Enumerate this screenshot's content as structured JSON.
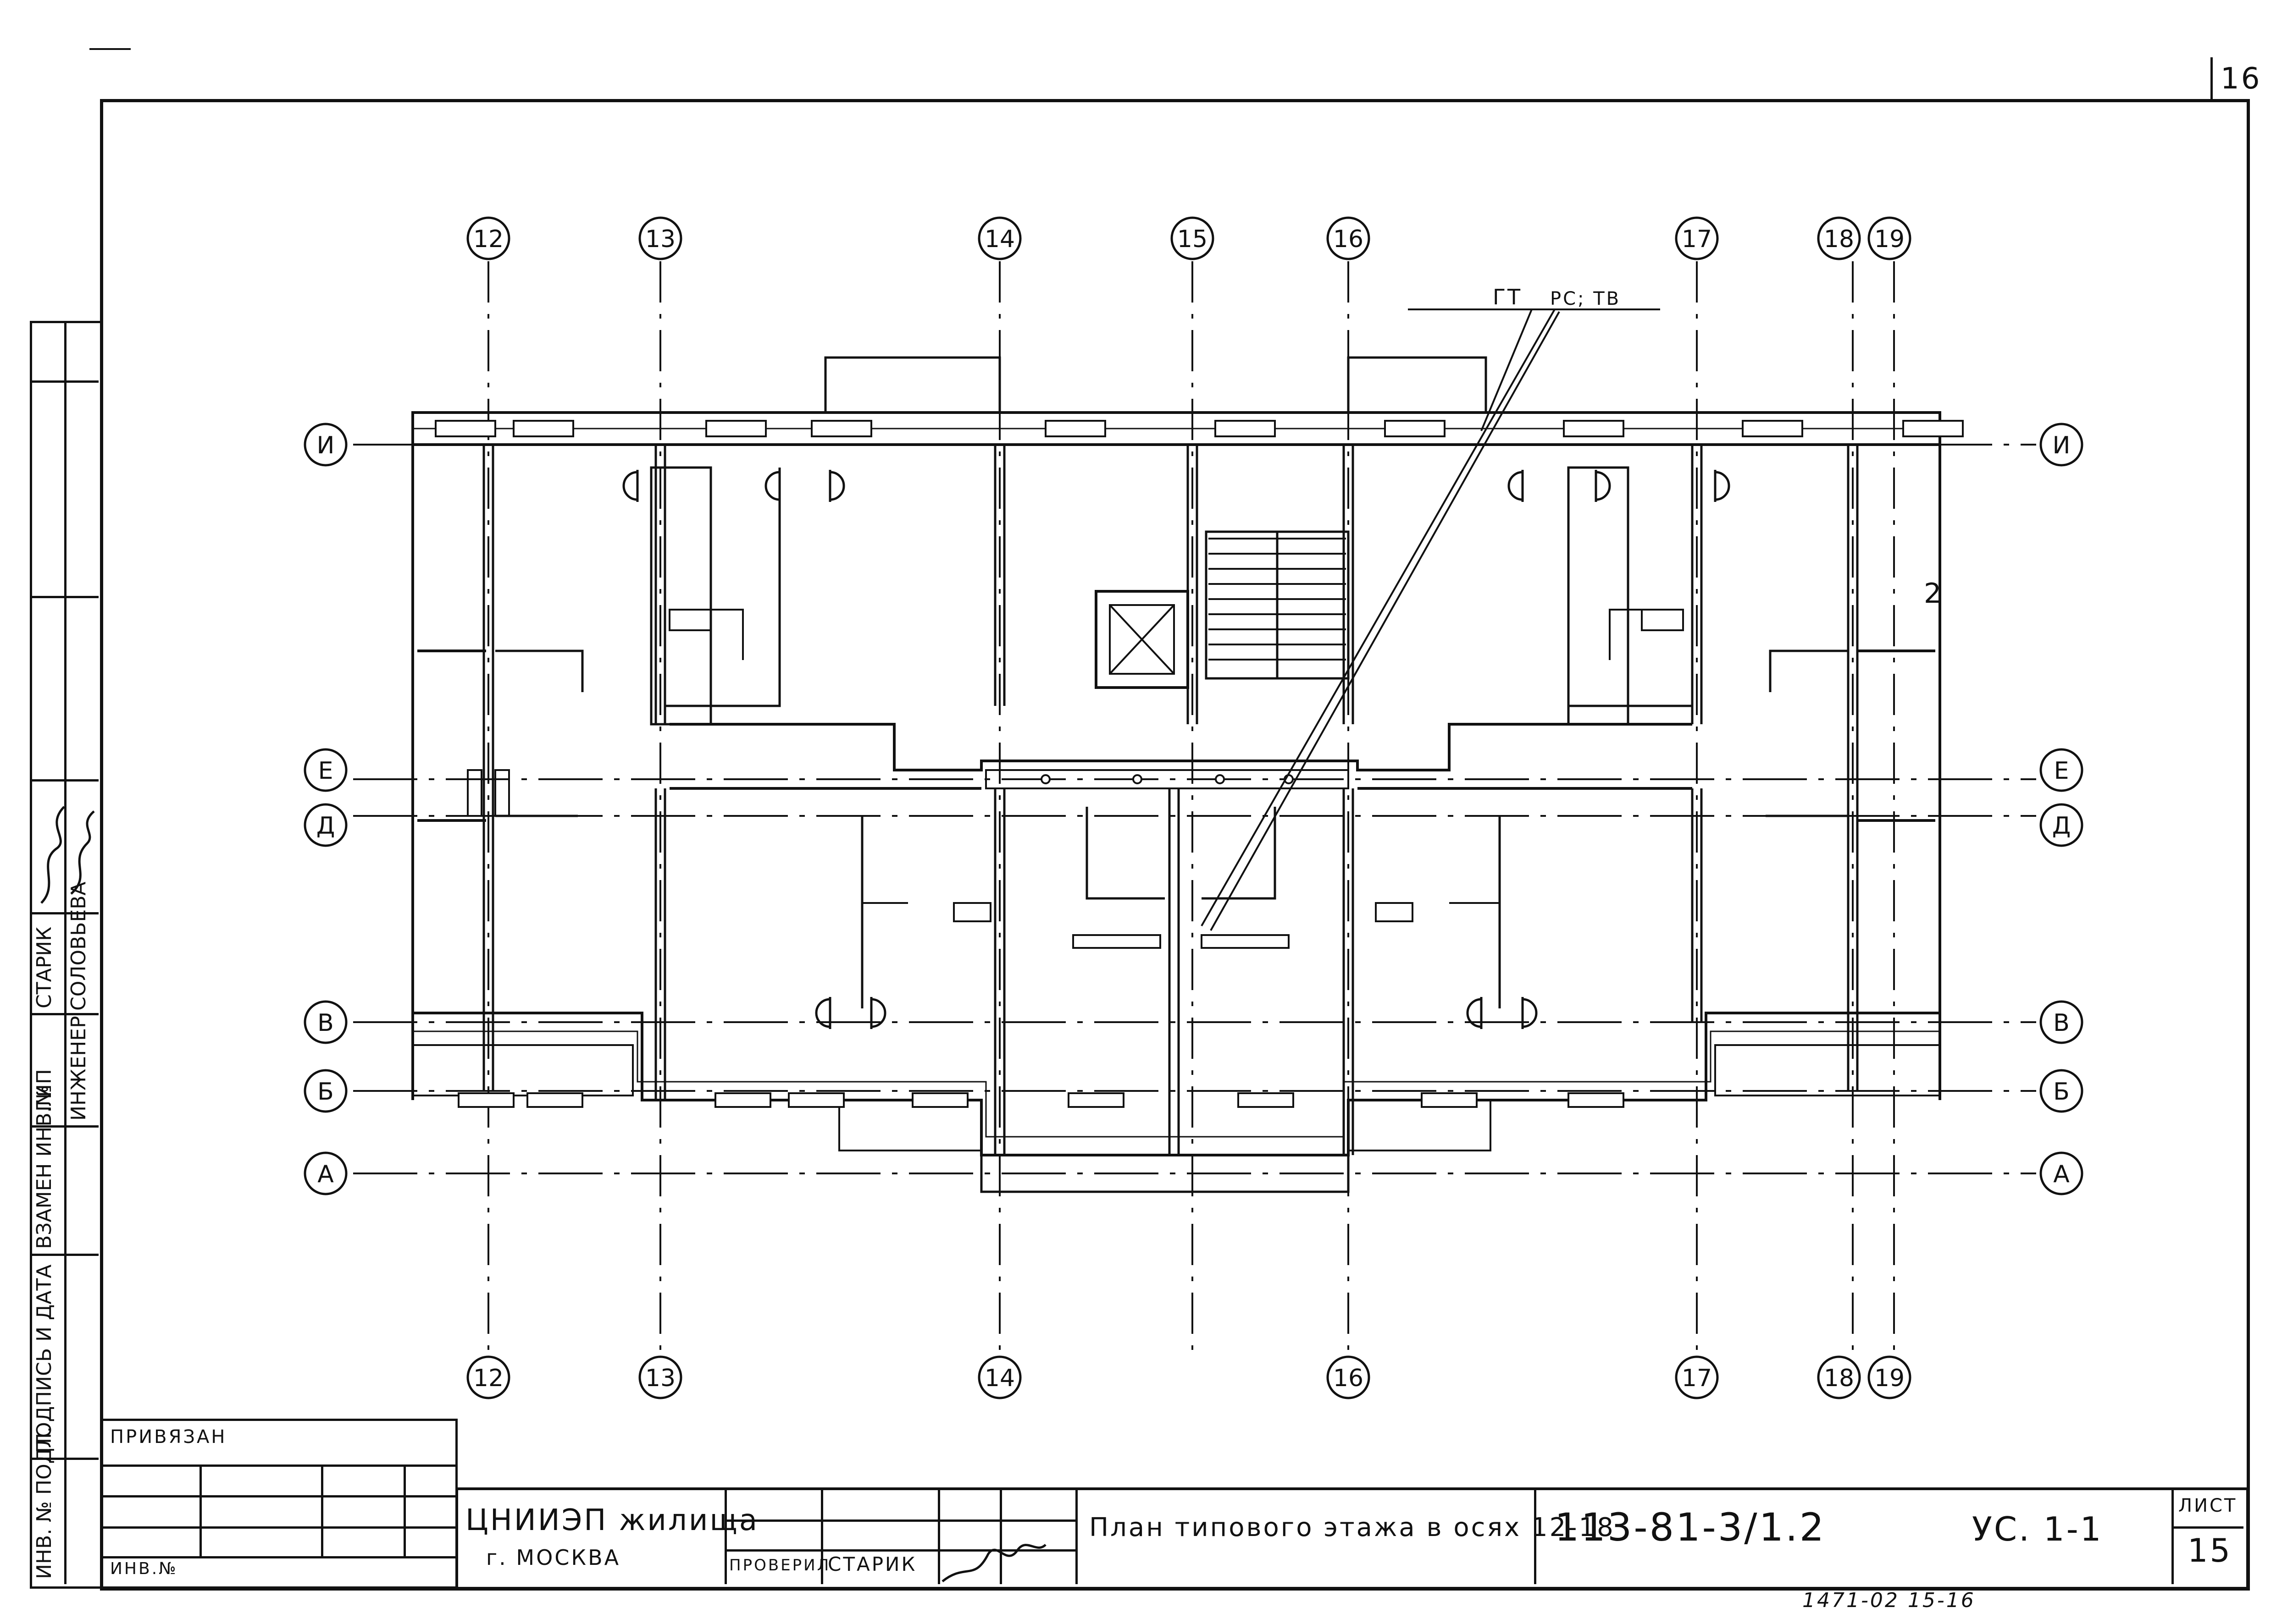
{
  "sheet": {
    "corner_number": "16",
    "notes": {
      "gt": "ГТ",
      "rs_tv": "РС; ТВ"
    }
  },
  "axes": {
    "top": [
      "12",
      "13",
      "14",
      "15",
      "16",
      "17",
      "18",
      "19"
    ],
    "bottom": [
      "12",
      "13",
      "14",
      "16",
      "17",
      "18",
      "19"
    ],
    "rows": [
      "И",
      "Е",
      "Д",
      "В",
      "Б",
      "А"
    ]
  },
  "room_marks": {
    "two_right_a": "2"
  },
  "title_block": {
    "privyazan": "ПРИВЯЗАН",
    "inv_no": "ИНВ.№",
    "org": "ЦНИИЭП жилища",
    "city": "г. МОСКВА",
    "checked_role": "ПРОВЕРИЛ",
    "checked_name": "СТАРИК",
    "title": "План типового этажа в осях 12-18",
    "code": "113-81-3/1.2",
    "sheet_code": "УС. 1-1",
    "sheet_label": "ЛИСТ",
    "sheet_number": "15",
    "below_stamp": "1471-02  15-16"
  },
  "left_strip": {
    "gip_role": "ГИП",
    "gip_name": "СТАРИК",
    "eng_role": "ИНЖЕНЕР",
    "eng_name": "СОЛОВЬЕВА",
    "inv_sub": "ИНВ. № ПОДЛ.",
    "sign_date": "ПОДПИСЬ И ДАТА",
    "zamen": "ВЗАМЕН ИНВ.№"
  }
}
